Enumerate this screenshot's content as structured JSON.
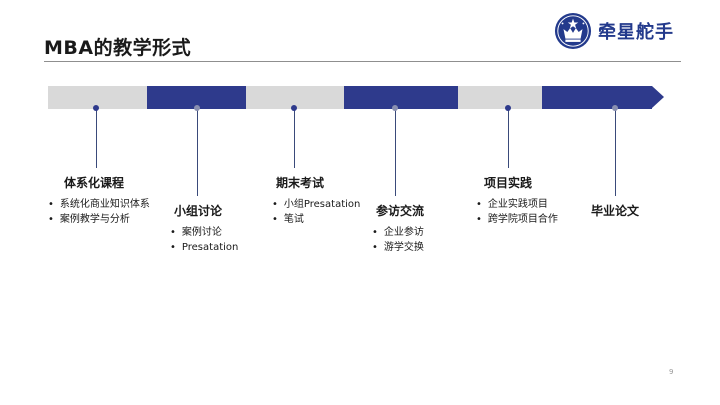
{
  "slide": {
    "title": "MBA的教学形式",
    "page_number": "9"
  },
  "logo": {
    "text": "牵星舵手",
    "icon": "crown-star-logo-icon",
    "color": "#233a8c"
  },
  "colors": {
    "accent_blue": "#2e3a8c",
    "track_gray": "#d9d9d9"
  },
  "stages": [
    {
      "title": "体系化课程",
      "bullets": [
        "系统化商业知识体系",
        "案例教学与分析"
      ]
    },
    {
      "title": "小组讨论",
      "bullets": [
        "案例讨论",
        "Presatation"
      ]
    },
    {
      "title": "期末考试",
      "bullets": [
        "小组Presatation",
        "笔试"
      ]
    },
    {
      "title": "参访交流",
      "bullets": [
        "企业参访",
        "游学交换"
      ]
    },
    {
      "title": "项目实践",
      "bullets": [
        "企业实践项目",
        "跨学院项目合作"
      ]
    },
    {
      "title": "毕业论文",
      "bullets": []
    }
  ]
}
